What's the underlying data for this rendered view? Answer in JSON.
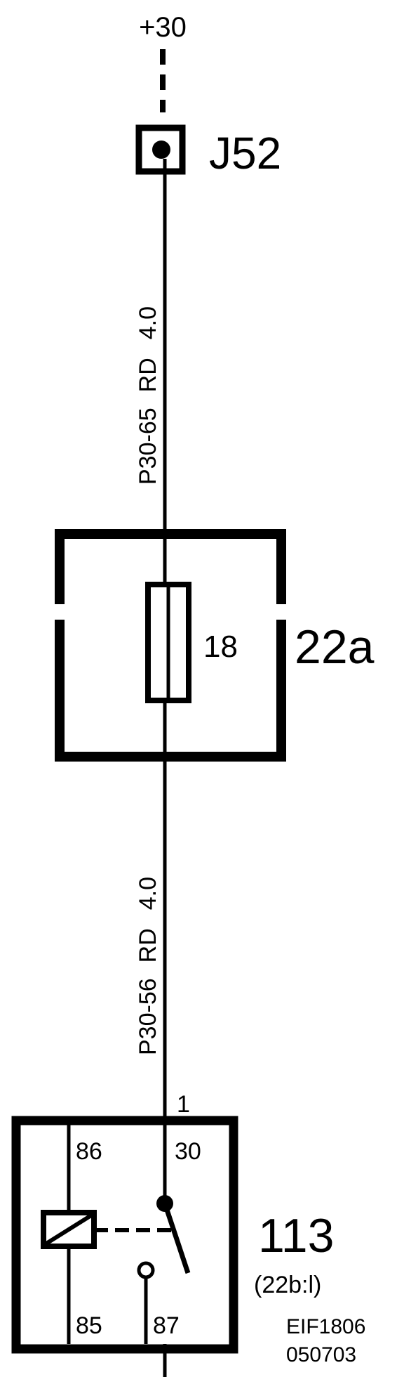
{
  "supply": {
    "label": "+30"
  },
  "connector": {
    "id": "J52"
  },
  "wire_upper": {
    "size": "4.0",
    "color": "RD",
    "circuit": "P30-65"
  },
  "fuse_box": {
    "id": "22a",
    "fuse_number": "18"
  },
  "wire_lower": {
    "size": "4.0",
    "color": "RD",
    "circuit": "P30-56"
  },
  "relay": {
    "id": "113",
    "location": "(22b:l)",
    "pin_entry": "1",
    "pins": {
      "p86": "86",
      "p30": "30",
      "p85": "85",
      "p87": "87"
    }
  },
  "footer": {
    "code": "EIF1806",
    "date": "050703"
  }
}
